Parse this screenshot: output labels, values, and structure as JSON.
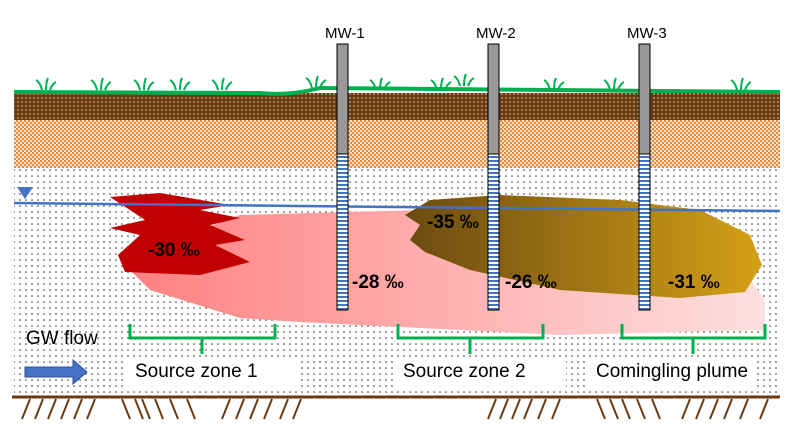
{
  "wells": [
    {
      "label": "MW-1",
      "value": "-28 ‰"
    },
    {
      "label": "MW-2",
      "value": "-26 ‰"
    },
    {
      "label": "MW-3",
      "value": "-31 ‰"
    }
  ],
  "plume_labels": {
    "source1": "-30 ‰",
    "source2": "-35 ‰"
  },
  "zones": [
    "Source zone 1",
    "Source zone 2",
    "Comingling plume"
  ],
  "gw_flow": "GW flow",
  "colors": {
    "grass": "#00b050",
    "topsoil": "#6b3a12",
    "sand": "#f4b183",
    "water_table": "#4472c4",
    "source1": "#c00000",
    "source2": "#7f5a12",
    "plume": "#ff8f8f",
    "bedrock": "#6b3a12"
  }
}
